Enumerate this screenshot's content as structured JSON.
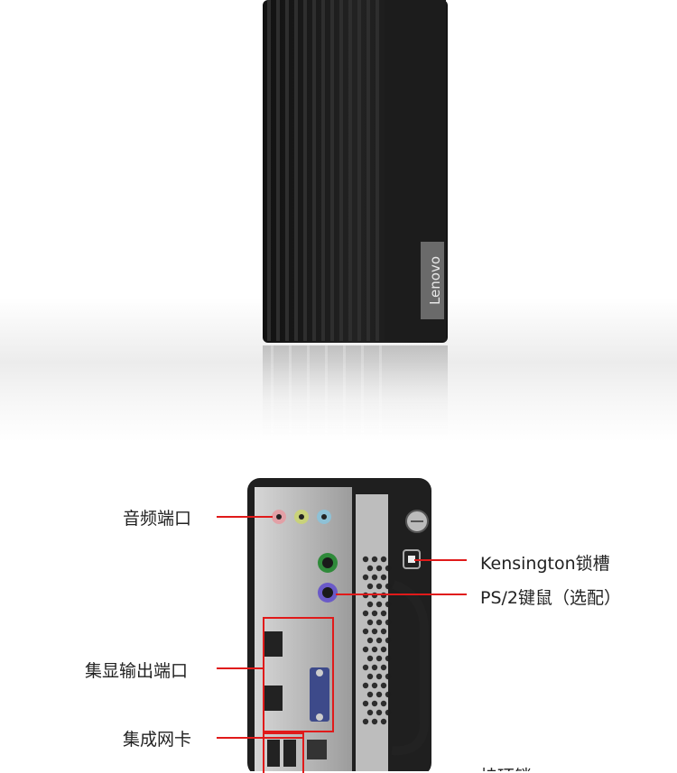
{
  "brand": {
    "logo_text": "Lenovo"
  },
  "callouts": {
    "audio_port": "音频端口",
    "kensington_slot": "Kensington锁槽",
    "ps2": "PS/2键鼠（选配）",
    "video_out": "集显输出端口",
    "nic": "集成网卡",
    "bottom_partial": "挂环锁"
  },
  "colors": {
    "accent_red": "#e01a1a",
    "case_black": "#1b1b1b"
  }
}
